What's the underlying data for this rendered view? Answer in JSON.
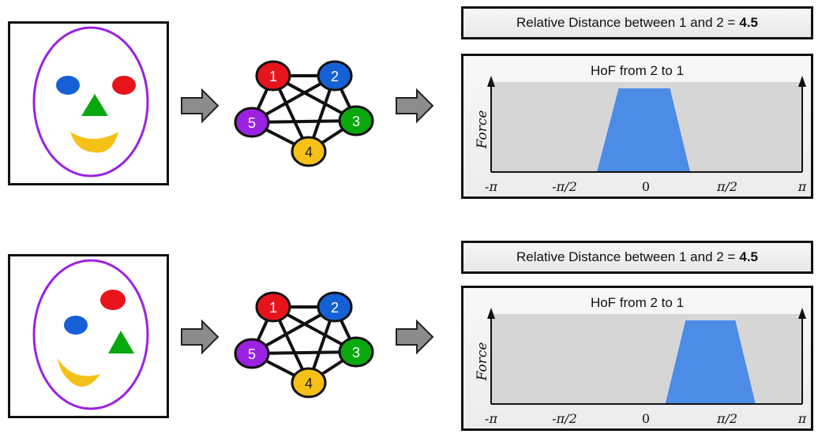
{
  "rows": [
    {
      "distance_label": "Relative Distance between 1 and 2 =",
      "distance_value": "4.5",
      "hof_title": "HoF from 2 to 1",
      "y_axis_label": "Force",
      "x_ticks": [
        "-π",
        "-π/2",
        "0",
        "π/2",
        "π"
      ],
      "graph_nodes": [
        "1",
        "2",
        "3",
        "4",
        "5"
      ],
      "hof_shape": {
        "bottom_left": -0.32,
        "top_left": -0.18,
        "top_right": 0.15,
        "bottom_right": 0.28
      }
    },
    {
      "distance_label": "Relative Distance between 1 and 2 =",
      "distance_value": "4.5",
      "hof_title": "HoF from 2 to 1",
      "y_axis_label": "Force",
      "x_ticks": [
        "-π",
        "-π/2",
        "0",
        "π/2",
        "π"
      ],
      "graph_nodes": [
        "1",
        "2",
        "3",
        "4",
        "5"
      ],
      "hof_shape": {
        "bottom_left": 0.12,
        "top_left": 0.25,
        "top_right": 0.57,
        "bottom_right": 0.7
      }
    }
  ],
  "colors": {
    "red": "#e8141c",
    "blue": "#1560d4",
    "green": "#0aa80f",
    "yellow": "#f5c116",
    "purple": "#9a22e0",
    "hof_fill": "#4c8ce6",
    "arrow_fill": "#8c8c8c"
  }
}
